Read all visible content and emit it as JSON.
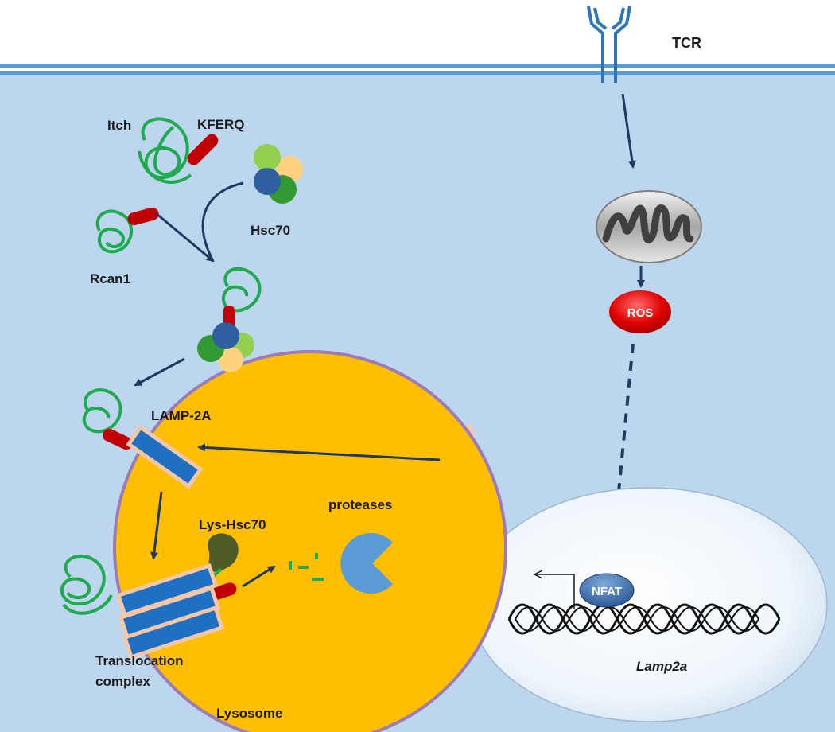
{
  "labels": {
    "tcr": "TCR",
    "itch": "Itch",
    "kferq": "KFERQ",
    "hsc70": "Hsc70",
    "rcan1": "Rcan1",
    "lamp2a": "LAMP-2A",
    "lys_hsc70": "Lys-Hsc70",
    "proteases": "proteases",
    "translocation_line1": "Translocation",
    "translocation_line2": "complex",
    "lysosome": "Lysosome",
    "ros": "ROS",
    "nfat": "NFAT",
    "lamp2a_gene": "Lamp2a"
  },
  "colors": {
    "cytoplasm": "#bcd6ee",
    "membrane": "#5b9bd5",
    "lysosome": "#ffbf00",
    "lysosome_border": "#9b7bb8",
    "protein_coil": "#1faa4f",
    "kferq_motif": "#c00000",
    "lamp_cylinder": "#1f6fc2",
    "lamp_rim": "#f4c7a8",
    "arrow": "#1f3864",
    "ros": "#e00000",
    "nfat": "#2f5f9f",
    "protease": "#5b9bd5",
    "lys_hsc70": "#4f5b26"
  }
}
